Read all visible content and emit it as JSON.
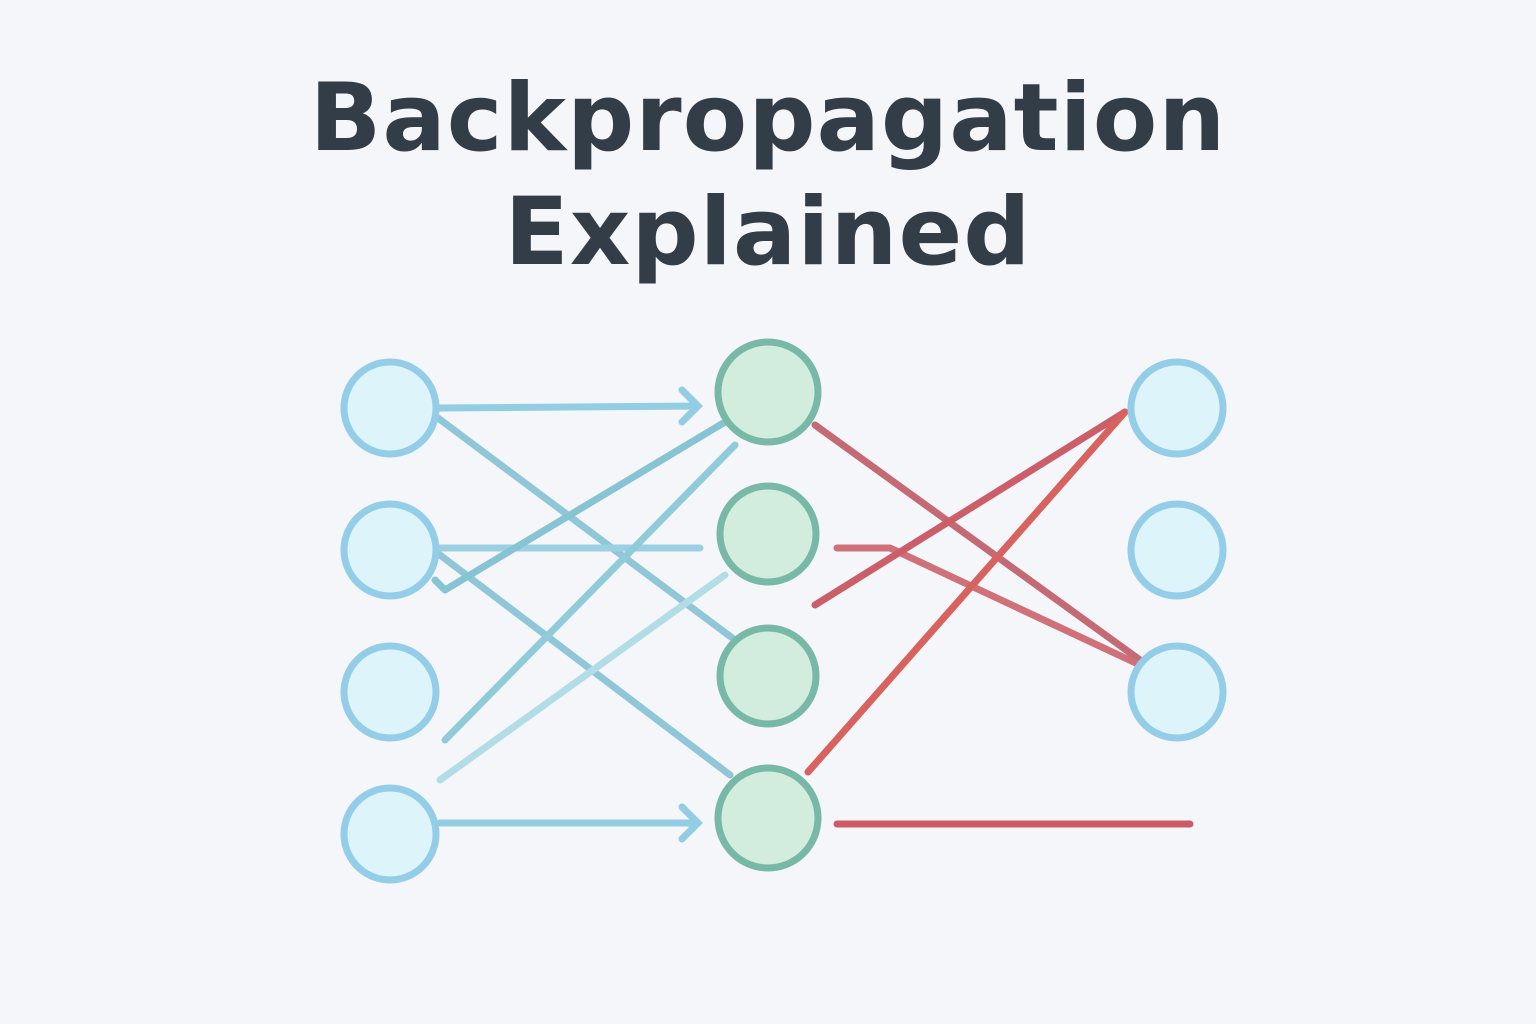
{
  "title": {
    "line1": "Backpropagation",
    "line2": "Explained"
  },
  "colors": {
    "text": "#333d47",
    "input_fill": "#ddf4fb",
    "input_stroke": "#93cde8",
    "hidden_fill": "#d2ecdd",
    "hidden_stroke": "#78b8a6",
    "forward_edge": "#8fcbe0",
    "backward_edge": "#cc5b66"
  },
  "layers": {
    "input": 4,
    "hidden": 4,
    "output": 3
  }
}
